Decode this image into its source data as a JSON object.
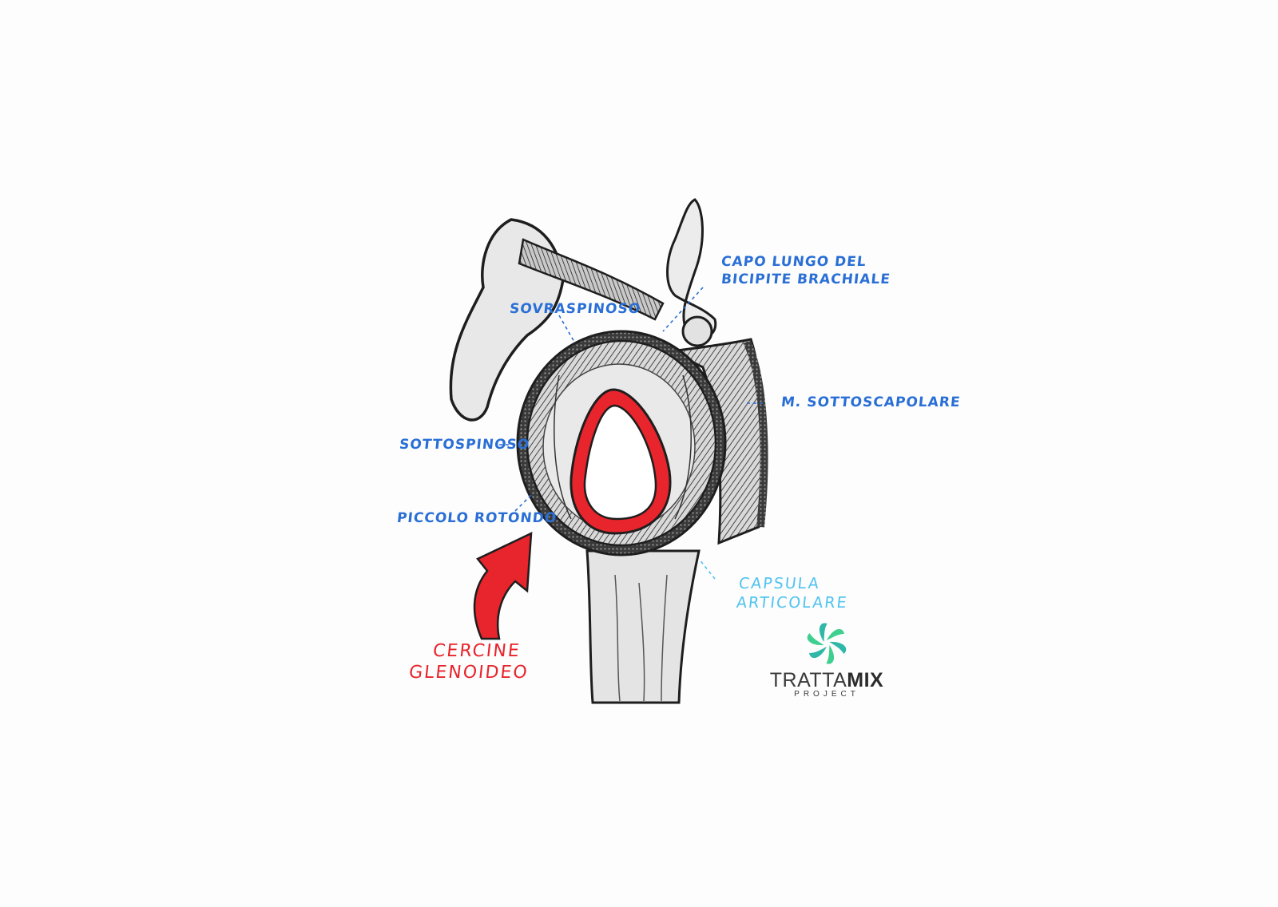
{
  "labels": {
    "biceps_line1": "CAPO LUNGO DEL",
    "biceps_line2": "BICIPITE BRACHIALE",
    "supraspinatus": "SOVRASPINOSO",
    "subscapularis": "M. SOTTOSCAPOLARE",
    "infraspinatus": "SOTTOSPINOSO",
    "teres_minor": "PICCOLO ROTONDO",
    "capsule_line1": "CAPSULA",
    "capsule_line2": "ARTICOLARE",
    "labrum_line1": "CERCINE",
    "labrum_line2": "GLENOIDEO"
  },
  "logo": {
    "word_part1": "TRATTA",
    "word_part2": "MIX",
    "subtitle": "PROJECT"
  },
  "colors": {
    "label_blue": "#2a6fd6",
    "label_cyan": "#4fc3ef",
    "labrum_red": "#e8242c",
    "ink": "#1e1e1e",
    "logo_green": "#3fcf8e"
  }
}
